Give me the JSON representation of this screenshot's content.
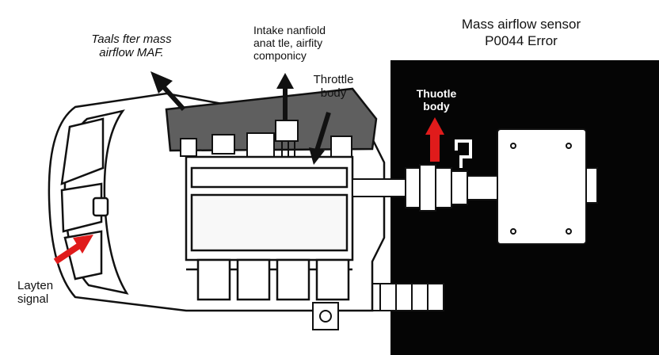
{
  "labels": {
    "maf_title": [
      "Mass airflow sensor",
      "P0044 Error"
    ],
    "tails_maf": [
      "Taals fter mass",
      "airflow MAF."
    ],
    "intake": [
      "Intake nanfiold",
      "anat tle, airfity",
      "componicy"
    ],
    "throttle_body": [
      "Throttle",
      "body"
    ],
    "throttle_body_white": [
      "Thuotle",
      "body"
    ],
    "layten_signal": [
      "Layten",
      "signal"
    ]
  },
  "colors": {
    "ink": "#111111",
    "background": "#ffffff",
    "dark_panel": "#050505",
    "manifold_gray": "#5f5f5f",
    "accent_red": "#e01b1b"
  }
}
